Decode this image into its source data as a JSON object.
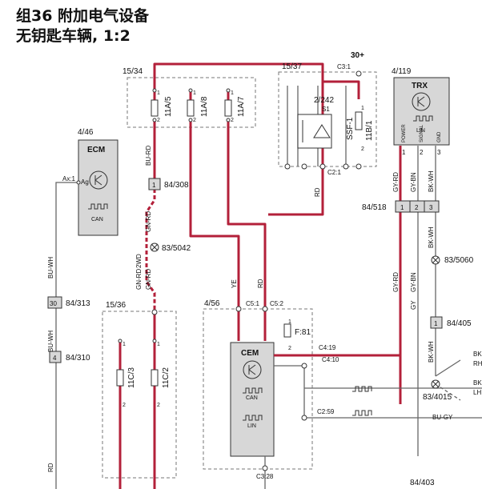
{
  "title": {
    "line1": "组36 附加电气设备",
    "line2": "无钥匙车辆, 1:2"
  },
  "colors": {
    "wire_red": "#b3203a",
    "wire_gray": "#666666",
    "box_gray": "#d7d7d7",
    "dashed": "#777777"
  },
  "components": {
    "ecm": {
      "ref": "4/46",
      "name": "ECM",
      "pin": "Ag",
      "sub": "CAN"
    },
    "trx": {
      "ref": "4/119",
      "name": "TRX",
      "sub": "LIN",
      "pins": [
        "POWER",
        "SIGNAL",
        "GND"
      ],
      "pin_nums": [
        "1",
        "2",
        "3"
      ]
    },
    "cem": {
      "ref": "4/56",
      "name": "CEM",
      "sub1": "CAN",
      "sub2": "LIN"
    },
    "relay": {
      "ref": "15/37",
      "sub": "2/242",
      "s1": "S1",
      "fuse": "SSF-1",
      "fuse2": "11B/1",
      "c31": "C3:1",
      "c21": "C2:1",
      "plus": "30+"
    }
  },
  "fuse_box_top": {
    "ref": "15/34",
    "fuses": [
      "11A/5",
      "11A/8",
      "11A/7"
    ]
  },
  "fuse_box_bottom": {
    "ref": "15/36",
    "fuses": [
      "11C/3",
      "11C/2"
    ]
  },
  "connectors": {
    "c84_308": {
      "pin": "1",
      "ref": "84/308"
    },
    "c84_313": {
      "pin": "30",
      "ref": "84/313"
    },
    "c84_310": {
      "pin": "4",
      "ref": "84/310"
    },
    "c84_518": {
      "ref": "84/518",
      "pins": [
        "1",
        "2",
        "3"
      ]
    },
    "c84_405": {
      "pin": "1",
      "ref": "84/405"
    },
    "c84_403": {
      "ref": "84/403"
    }
  },
  "splices": [
    "83/5042",
    "83/5060",
    "83/4015"
  ],
  "terminals": {
    "ax1": "Ax:1",
    "c51": "C5:1",
    "c52": "C5:2",
    "c419": "C4:19",
    "c410": "C4:10",
    "c259": "C2:59",
    "c328": "C3:28",
    "f81": "F:81"
  },
  "wire_labels": {
    "bu_rd": "BU-RD",
    "gn_rd": "GN-RD",
    "two_wd": "2WD",
    "bu_wh": "BU-WH",
    "rd": "RD",
    "ye": "YE",
    "gy_rd": "GY-RD",
    "gy_bn": "GY-BN",
    "bk_wh": "BK-WH",
    "gy": "GY",
    "bu_gy": "BU-GY"
  },
  "right_edge": {
    "line1": "BK",
    "line2": "RH",
    "line3": "BK",
    "line4": "LH"
  },
  "pin_labels": [
    "1",
    "2"
  ]
}
